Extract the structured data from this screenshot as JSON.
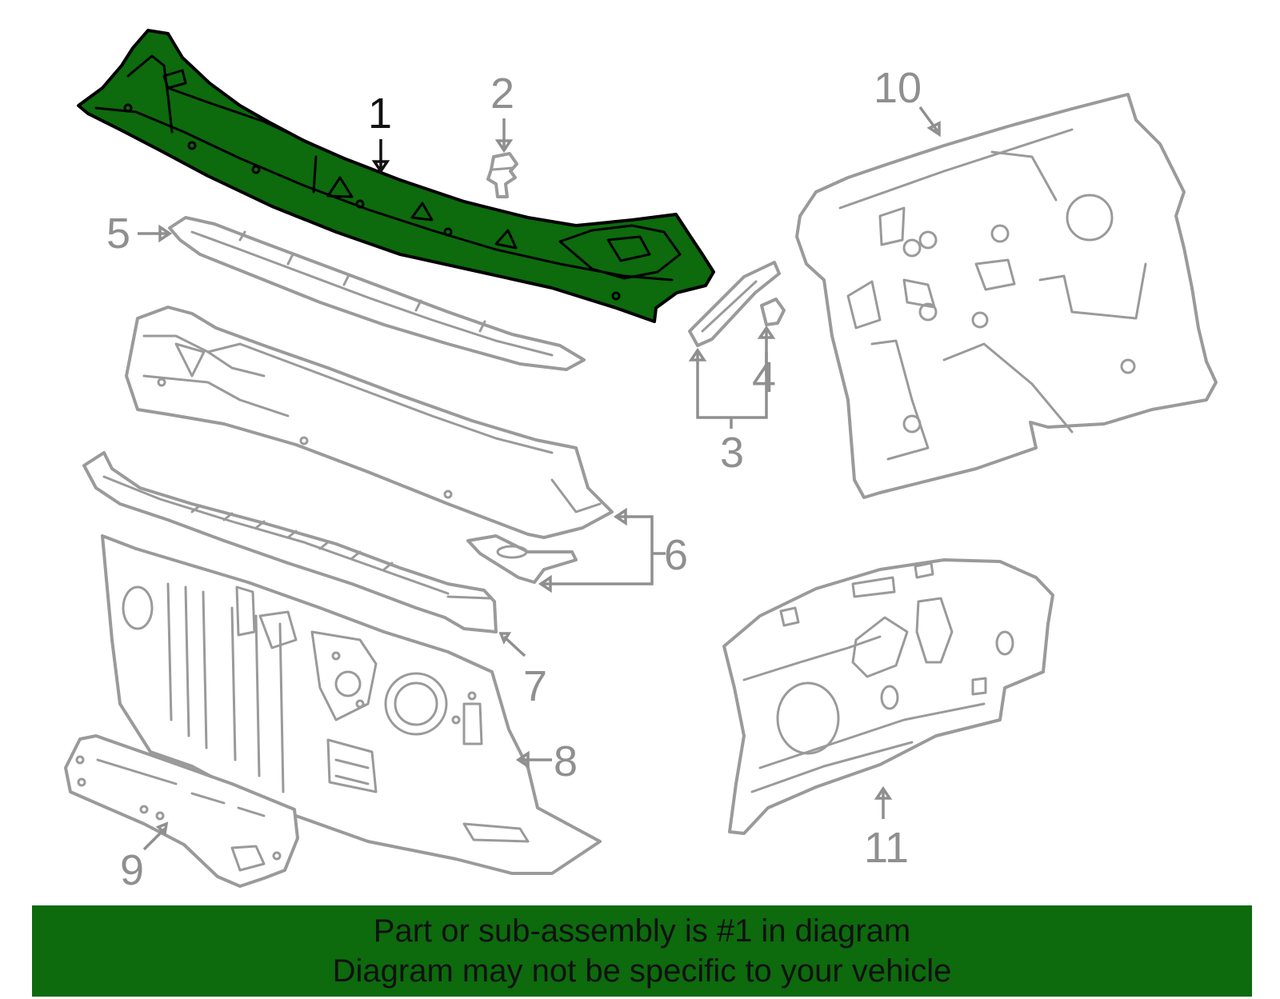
{
  "diagram": {
    "highlight_color": "#0d6a0d",
    "part_line_color": "#9a9a9a",
    "callouts": [
      {
        "id": "1",
        "label": "1",
        "highlighted": true
      },
      {
        "id": "2",
        "label": "2"
      },
      {
        "id": "3",
        "label": "3"
      },
      {
        "id": "4",
        "label": "4"
      },
      {
        "id": "5",
        "label": "5"
      },
      {
        "id": "6",
        "label": "6"
      },
      {
        "id": "7",
        "label": "7"
      },
      {
        "id": "8",
        "label": "8"
      },
      {
        "id": "9",
        "label": "9"
      },
      {
        "id": "10",
        "label": "10"
      },
      {
        "id": "11",
        "label": "11"
      }
    ]
  },
  "banner": {
    "background": "#0d6a0d",
    "line1": "Part or sub-assembly is #1 in diagram",
    "line2": "Diagram may not be specific to your vehicle"
  }
}
